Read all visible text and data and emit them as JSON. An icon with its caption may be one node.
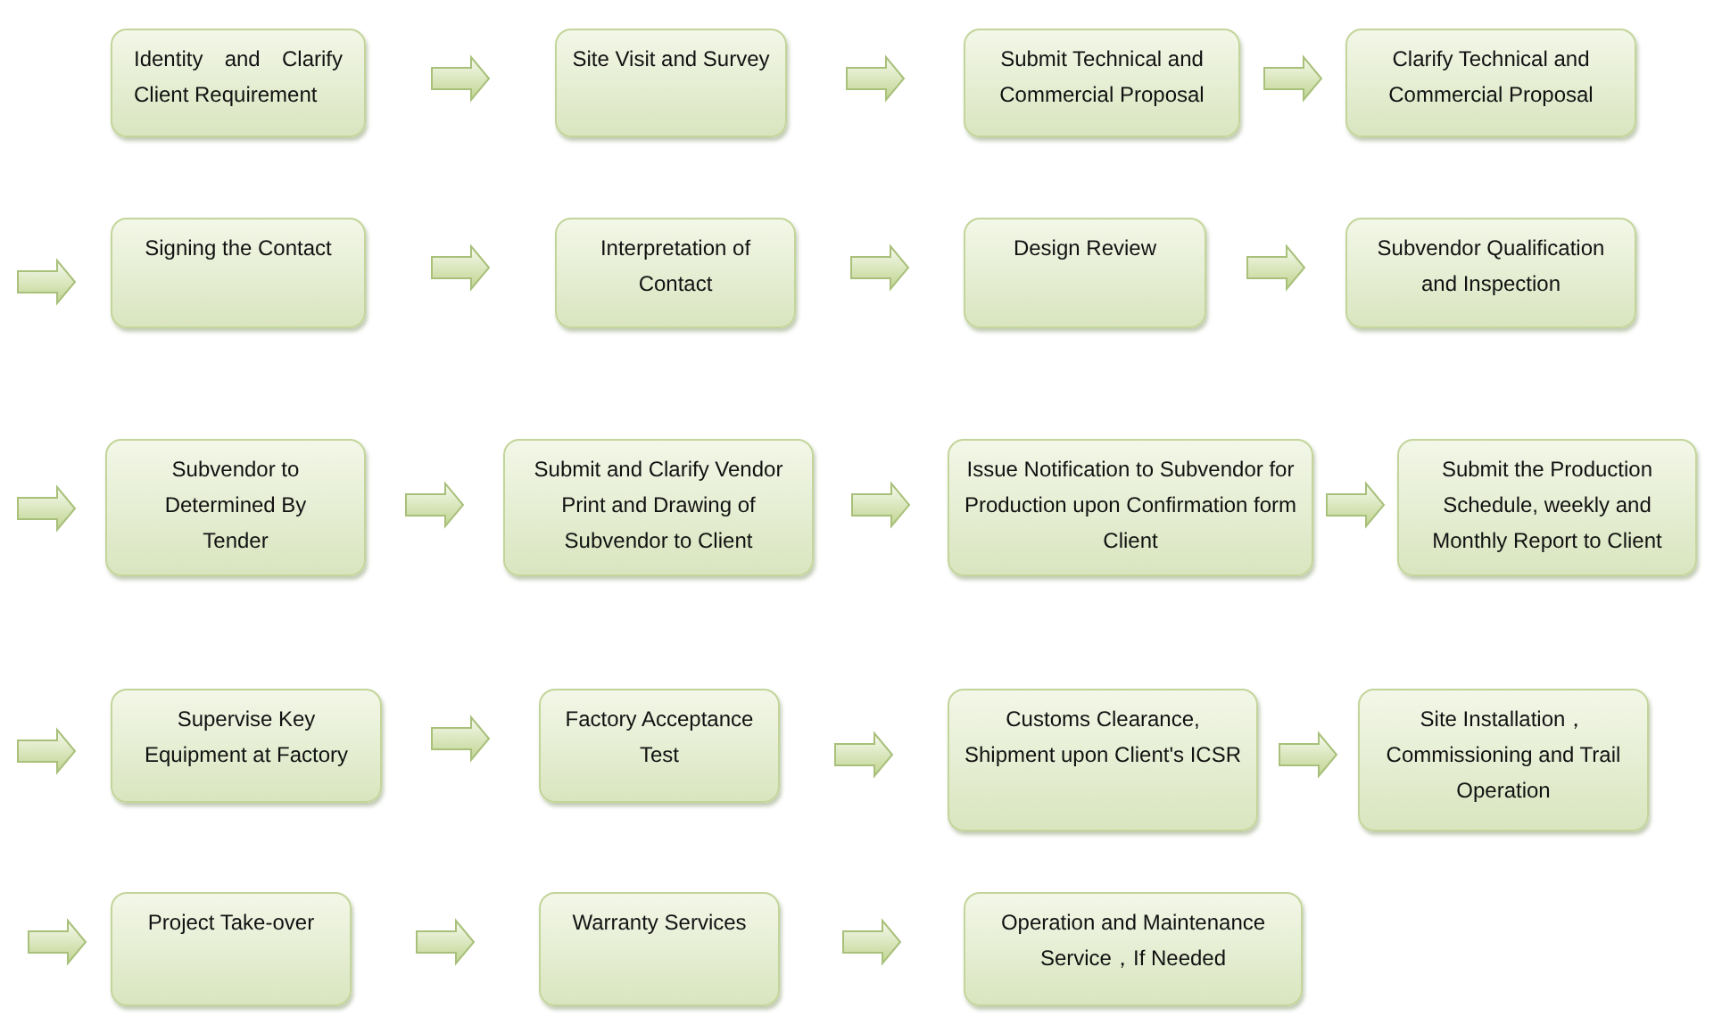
{
  "diagram": {
    "nodes": [
      {
        "text": [
          "Identity and Clarify Client Requirement"
        ]
      },
      {
        "text": [
          "Site Visit and Survey"
        ]
      },
      {
        "text": [
          "Submit Technical and Commercial Proposal"
        ]
      },
      {
        "text": [
          "Clarify Technical and Commercial Proposal"
        ]
      },
      {
        "text": [
          "Signing the Contact"
        ]
      },
      {
        "text": [
          "Interpretation of Contact"
        ]
      },
      {
        "text": [
          "Design Review"
        ]
      },
      {
        "text": [
          "Subvendor Qualification and Inspection"
        ]
      },
      {
        "text": [
          "Subvendor to Determined By Tender"
        ]
      },
      {
        "text": [
          "Submit and Clarify Vendor Print and Drawing of Subvendor to Client"
        ]
      },
      {
        "text": [
          "Issue Notification to Subvendor for Production upon Confirmation form Client"
        ]
      },
      {
        "text": [
          "Submit the Production Schedule, weekly and Monthly Report to Client"
        ]
      },
      {
        "text": [
          "Supervise Key Equipment at Factory"
        ]
      },
      {
        "text": [
          "Factory Acceptance Test"
        ]
      },
      {
        "text": [
          "Customs Clearance, Shipment upon Client's ICSR"
        ]
      },
      {
        "text": [
          "Site Installation，Commissioning and Trail Operation"
        ]
      },
      {
        "text": [
          "Project Take-over"
        ]
      },
      {
        "text": [
          "Warranty Services"
        ]
      },
      {
        "text": [
          "Operation and Maintenance Service，If Needed"
        ]
      }
    ],
    "edges": [
      {
        "from": 0,
        "to": 1,
        "arrow": "to"
      },
      {
        "from": 1,
        "to": 2,
        "arrow": "to"
      },
      {
        "from": 2,
        "to": 3,
        "arrow": "to"
      },
      {
        "from": null,
        "to": 4,
        "arrow": "to"
      },
      {
        "from": 4,
        "to": 5,
        "arrow": "to"
      },
      {
        "from": 5,
        "to": 6,
        "arrow": "to"
      },
      {
        "from": 6,
        "to": 7,
        "arrow": "to"
      },
      {
        "from": null,
        "to": 8,
        "arrow": "to"
      },
      {
        "from": 8,
        "to": 9,
        "arrow": "to"
      },
      {
        "from": 9,
        "to": 10,
        "arrow": "to"
      },
      {
        "from": 10,
        "to": 11,
        "arrow": "to"
      },
      {
        "from": null,
        "to": 12,
        "arrow": "to"
      },
      {
        "from": 12,
        "to": 13,
        "arrow": "to"
      },
      {
        "from": 13,
        "to": 14,
        "arrow": "to"
      },
      {
        "from": 14,
        "to": 15,
        "arrow": "to"
      },
      {
        "from": null,
        "to": 16,
        "arrow": "to"
      },
      {
        "from": 16,
        "to": 17,
        "arrow": "to"
      },
      {
        "from": 17,
        "to": 18,
        "arrow": "to"
      }
    ]
  }
}
